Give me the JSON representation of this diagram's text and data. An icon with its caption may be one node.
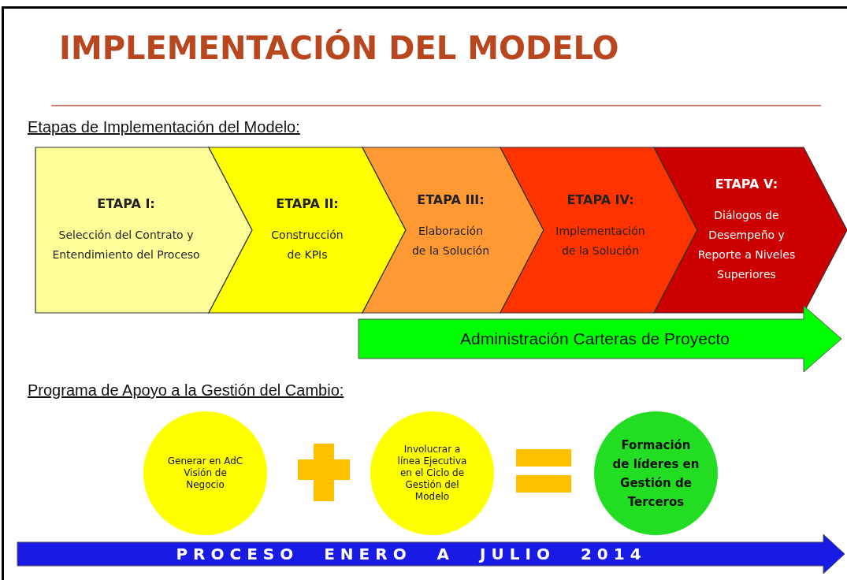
{
  "diagram": {
    "title": "IMPLEMENTACIÓN DEL MODELO",
    "nodes": [
      {
        "text": [
          "ETAPA I:",
          "Selección del Contrato y Entendimiento del Proceso"
        ]
      },
      {
        "text": [
          "ETAPA II:",
          "Construcción de KPIs"
        ]
      },
      {
        "text": [
          "ETAPA III:",
          "Elaboración de la Solución"
        ]
      },
      {
        "text": [
          "ETAPA IV:",
          "Implementación de la Solución"
        ]
      },
      {
        "text": [
          "ETAPA V:",
          "Diálogos de Desempeño y Reporte a Niveles Superiores"
        ]
      },
      {
        "text": [
          "Administración Carteras de Proyecto"
        ]
      },
      {
        "text": [
          "Generar en AdC Visión de Negocio"
        ]
      },
      {
        "text": [
          "Involucrar a línea Ejecutiva en el Ciclo de Gestión del Modelo"
        ]
      },
      {
        "text": [
          "Formación de líderes en Gestión de Terceros"
        ]
      },
      {
        "text": [
          "PROCESO ENERO A JULIO 2014"
        ]
      }
    ],
    "labels": [
      "Etapas de Implementación del Modelo:",
      "Programa de Apoyo a la Gestión del Cambio:"
    ]
  }
}
